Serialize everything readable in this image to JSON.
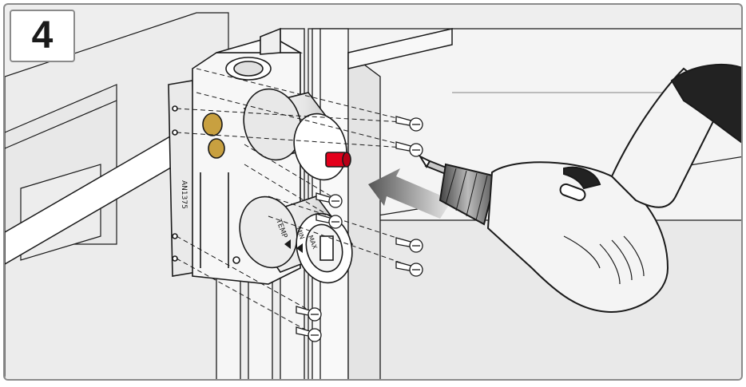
{
  "step": {
    "number": "4"
  },
  "box_label": "AN1375",
  "cartridge_labels": {
    "top": "TEMP",
    "middle": "MIN",
    "arrow_label": "MAX"
  },
  "colors": {
    "background": "#eeeeee",
    "wall": "#f2f2f2",
    "outline": "#1a1a1a",
    "box_body": "#f7f7f7",
    "cap_red": "#e3001b",
    "arrow_gray": "#7a7a7a",
    "drill_white": "#f4f4f4",
    "drill_dark": "#222222",
    "brass": "#c8a040"
  },
  "illustration": {
    "subject": "Installing mounting screws on concealed mixer body with cordless screwdriver",
    "elements": [
      "mounting-box",
      "pipe",
      "thermostat-cartridge",
      "protective-cap",
      "screws",
      "push-arrow",
      "cordless-drill"
    ]
  }
}
